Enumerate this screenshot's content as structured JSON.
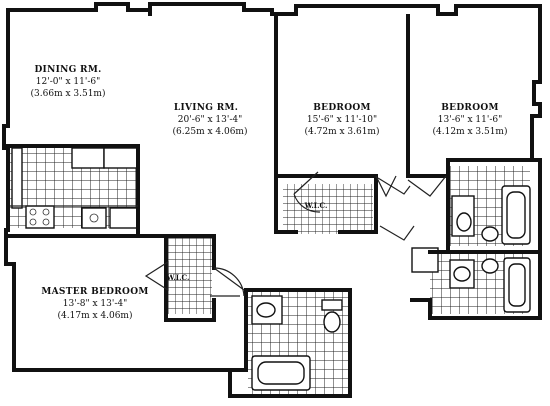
{
  "rooms": {
    "dining": {
      "name": "DINING RM.",
      "dim_ft": "12'-0\" x 11'-6\"",
      "dim_m": "(3.66m x 3.51m)"
    },
    "living": {
      "name": "LIVING RM.",
      "dim_ft": "20'-6\" x 13'-4\"",
      "dim_m": "(6.25m x 4.06m)"
    },
    "bedroom1": {
      "name": "BEDROOM",
      "dim_ft": "15'-6\" x 11'-10\"",
      "dim_m": "(4.72m x 3.61m)"
    },
    "bedroom2": {
      "name": "BEDROOM",
      "dim_ft": "13'-6\" x 11'-6\"",
      "dim_m": "(4.12m x 3.51m)"
    },
    "master": {
      "name": "MASTER BEDROOM",
      "dim_ft": "13'-8\" x 13'-4\"",
      "dim_m": "(4.17m x 4.06m)"
    }
  },
  "closets": {
    "wic_master": "W.I.C.",
    "wic_bedroom": "W.I.C."
  }
}
